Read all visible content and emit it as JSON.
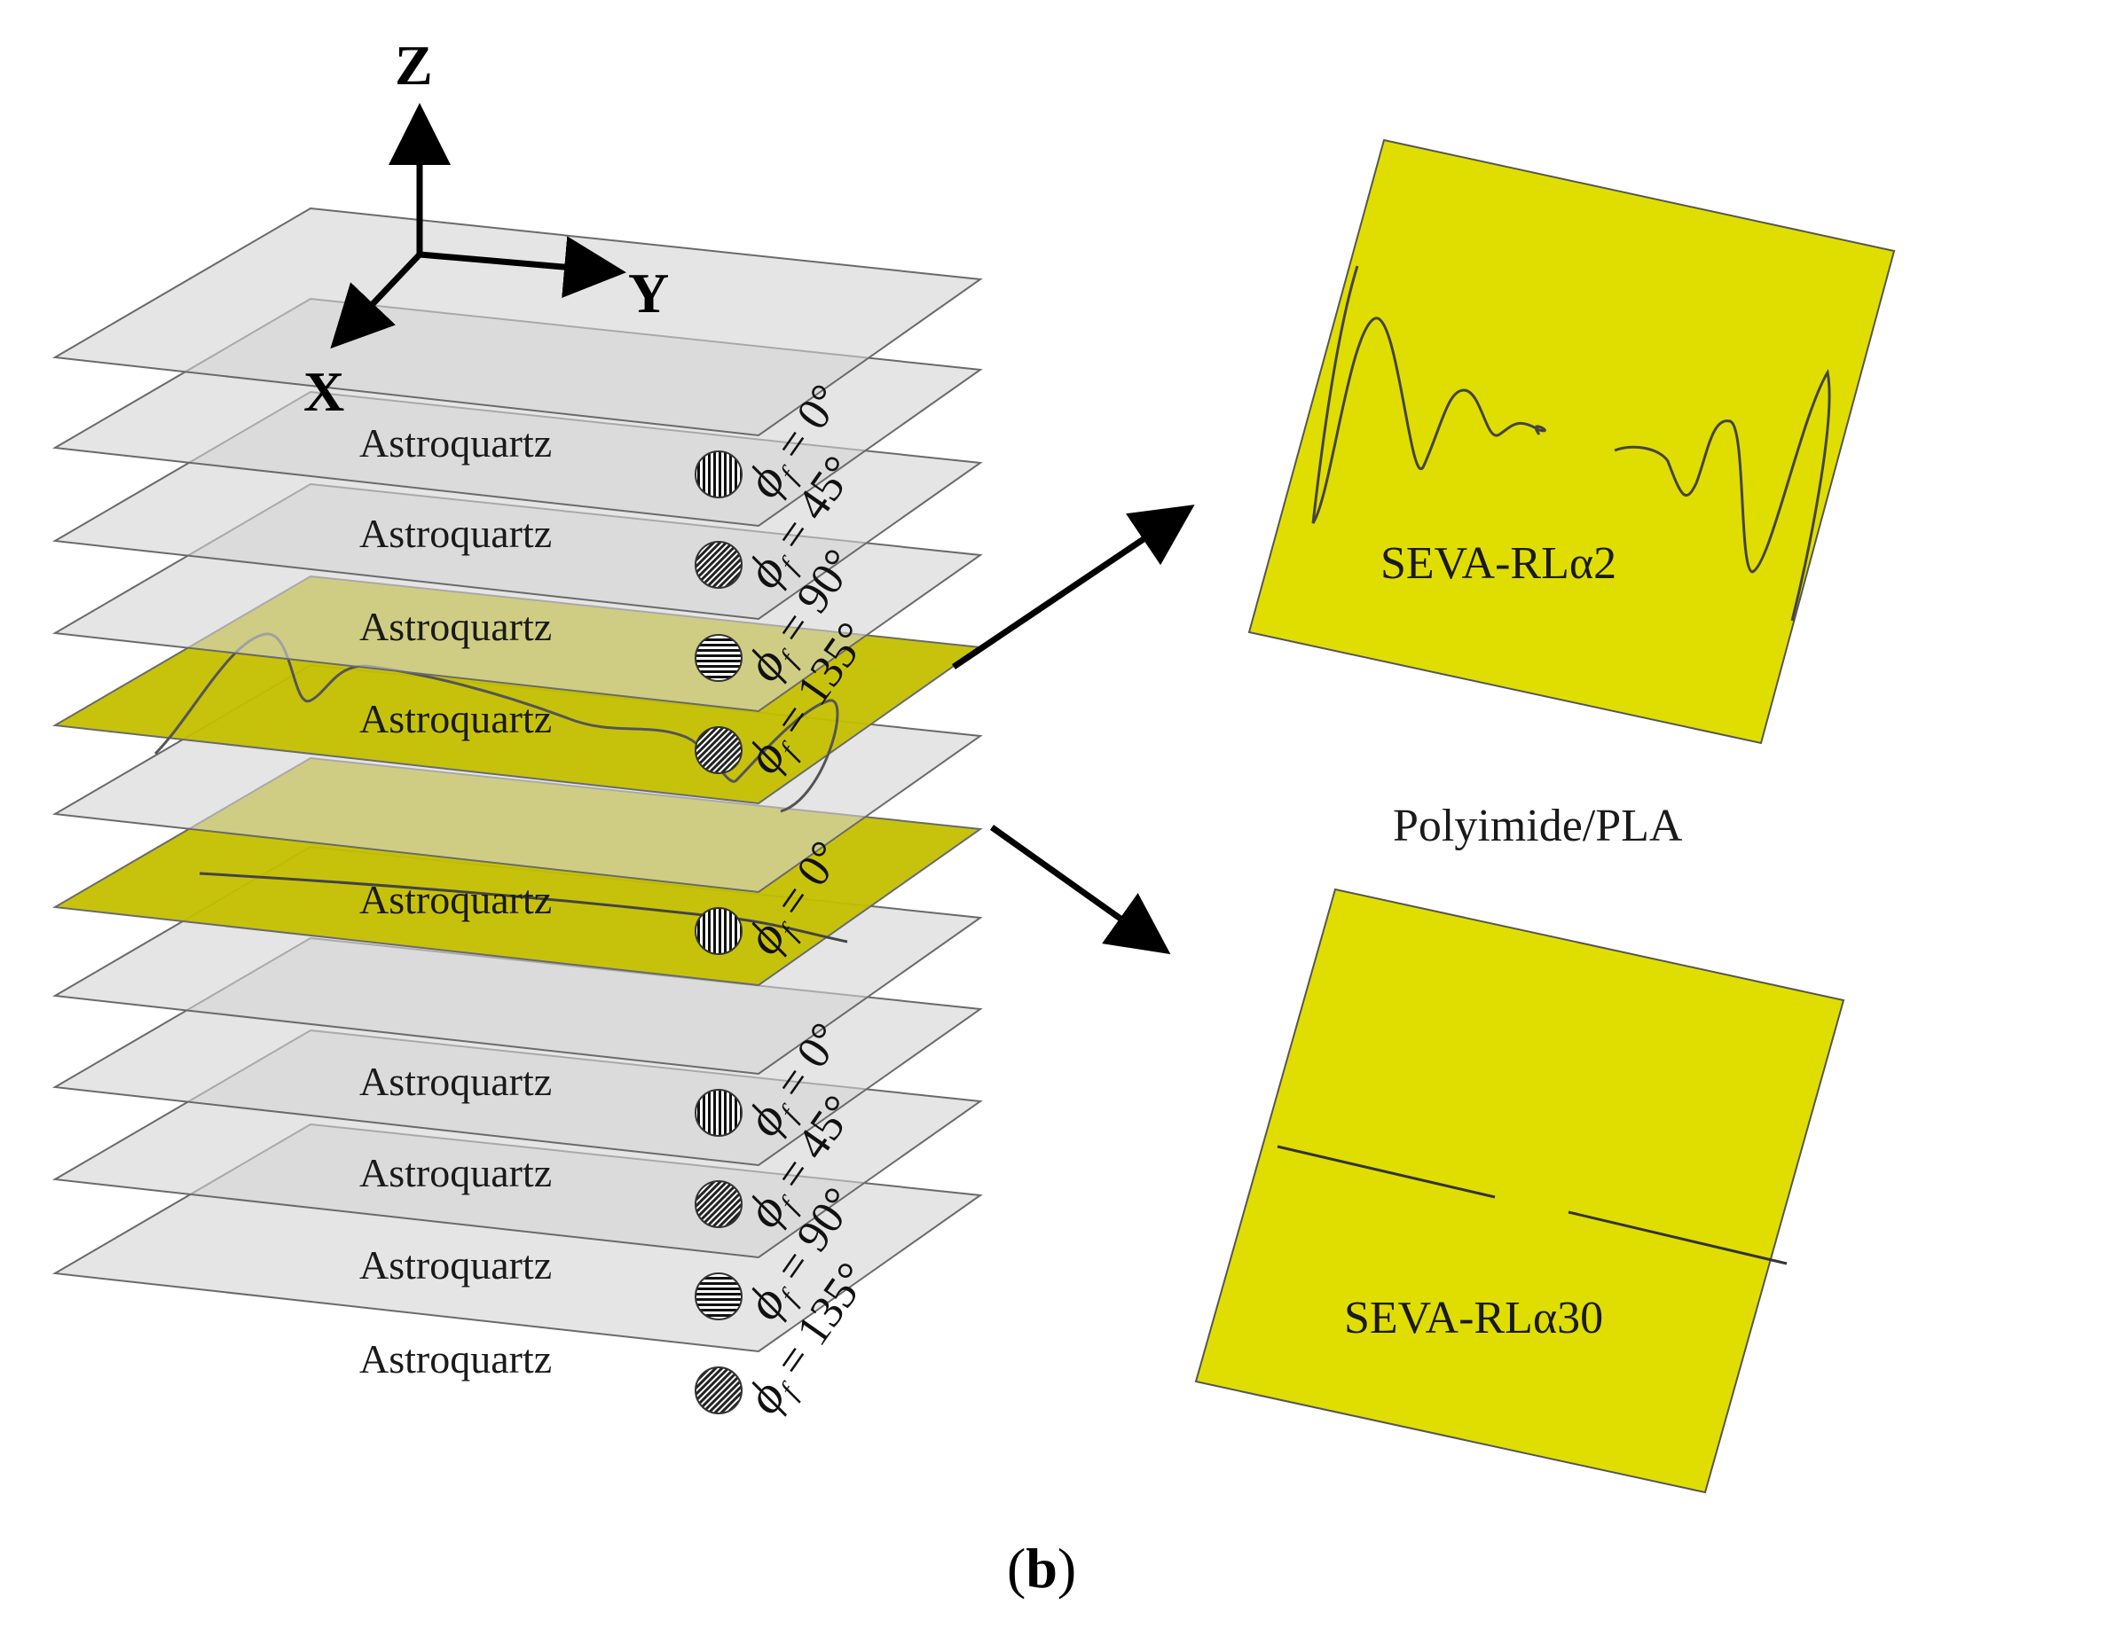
{
  "axes": {
    "z": "Z",
    "y": "Y",
    "x": "X"
  },
  "plies_top": [
    {
      "label": "Astroquartz",
      "angle": "0°",
      "pattern": "vertical"
    },
    {
      "label": "Astroquartz",
      "angle": "45°",
      "pattern": "diagonal"
    },
    {
      "label": "Astroquartz",
      "angle": "90°",
      "pattern": "horizontal"
    },
    {
      "label": "Astroquartz",
      "angle": "135°",
      "pattern": "diagonal"
    }
  ],
  "ply_middle": {
    "label": "Astroquartz",
    "angle": "0°",
    "pattern": "vertical"
  },
  "plies_bottom": [
    {
      "label": "Astroquartz",
      "angle": "0°",
      "pattern": "vertical"
    },
    {
      "label": "Astroquartz",
      "angle": "45°",
      "pattern": "diagonal"
    },
    {
      "label": "Astroquartz",
      "angle": "90°",
      "pattern": "horizontal"
    },
    {
      "label": "Astroquartz",
      "angle": "135°",
      "pattern": "diagonal"
    }
  ],
  "phi_symbol": "ϕ",
  "phi_subscript": "f",
  "embedded_layer_label": "Polyimide/PLA",
  "antenna_panels": [
    {
      "label": "SEVA-RLα2"
    },
    {
      "label": "SEVA-RLα30"
    }
  ],
  "caption": {
    "open": "(",
    "letter": "b",
    "close": ")"
  },
  "colors": {
    "ply_fill": "#d4d4d4",
    "embedded_fill": "#c4c000",
    "panel_fill": "#e0de00",
    "line": "#555555"
  }
}
